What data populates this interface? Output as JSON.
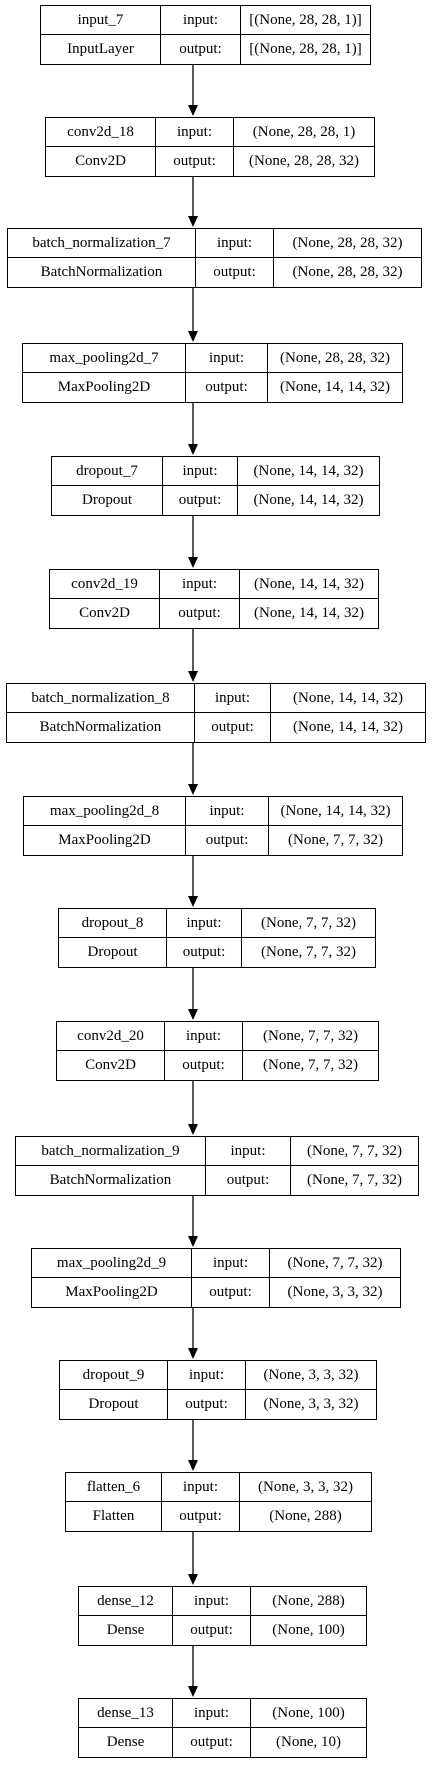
{
  "nodes": [
    {
      "name": "input_7",
      "type": "InputLayer",
      "input_label": "input:",
      "input": "[(None, 28, 28, 1)]",
      "output_label": "output:",
      "output": "[(None, 28, 28, 1)]"
    },
    {
      "name": "conv2d_18",
      "type": "Conv2D",
      "input_label": "input:",
      "input": "(None, 28, 28, 1)",
      "output_label": "output:",
      "output": "(None, 28, 28, 32)"
    },
    {
      "name": "batch_normalization_7",
      "type": "BatchNormalization",
      "input_label": "input:",
      "input": "(None, 28, 28, 32)",
      "output_label": "output:",
      "output": "(None, 28, 28, 32)"
    },
    {
      "name": "max_pooling2d_7",
      "type": "MaxPooling2D",
      "input_label": "input:",
      "input": "(None, 28, 28, 32)",
      "output_label": "output:",
      "output": "(None, 14, 14, 32)"
    },
    {
      "name": "dropout_7",
      "type": "Dropout",
      "input_label": "input:",
      "input": "(None, 14, 14, 32)",
      "output_label": "output:",
      "output": "(None, 14, 14, 32)"
    },
    {
      "name": "conv2d_19",
      "type": "Conv2D",
      "input_label": "input:",
      "input": "(None, 14, 14, 32)",
      "output_label": "output:",
      "output": "(None, 14, 14, 32)"
    },
    {
      "name": "batch_normalization_8",
      "type": "BatchNormalization",
      "input_label": "input:",
      "input": "(None, 14, 14, 32)",
      "output_label": "output:",
      "output": "(None, 14, 14, 32)"
    },
    {
      "name": "max_pooling2d_8",
      "type": "MaxPooling2D",
      "input_label": "input:",
      "input": "(None, 14, 14, 32)",
      "output_label": "output:",
      "output": "(None, 7, 7, 32)"
    },
    {
      "name": "dropout_8",
      "type": "Dropout",
      "input_label": "input:",
      "input": "(None, 7, 7, 32)",
      "output_label": "output:",
      "output": "(None, 7, 7, 32)"
    },
    {
      "name": "conv2d_20",
      "type": "Conv2D",
      "input_label": "input:",
      "input": "(None, 7, 7, 32)",
      "output_label": "output:",
      "output": "(None, 7, 7, 32)"
    },
    {
      "name": "batch_normalization_9",
      "type": "BatchNormalization",
      "input_label": "input:",
      "input": "(None, 7, 7, 32)",
      "output_label": "output:",
      "output": "(None, 7, 7, 32)"
    },
    {
      "name": "max_pooling2d_9",
      "type": "MaxPooling2D",
      "input_label": "input:",
      "input": "(None, 7, 7, 32)",
      "output_label": "output:",
      "output": "(None, 3, 3, 32)"
    },
    {
      "name": "dropout_9",
      "type": "Dropout",
      "input_label": "input:",
      "input": "(None, 3, 3, 32)",
      "output_label": "output:",
      "output": "(None, 3, 3, 32)"
    },
    {
      "name": "flatten_6",
      "type": "Flatten",
      "input_label": "input:",
      "input": "(None, 3, 3, 32)",
      "output_label": "output:",
      "output": "(None, 288)"
    },
    {
      "name": "dense_12",
      "type": "Dense",
      "input_label": "input:",
      "input": "(None, 288)",
      "output_label": "output:",
      "output": "(None, 100)"
    },
    {
      "name": "dense_13",
      "type": "Dense",
      "input_label": "input:",
      "input": "(None, 100)",
      "output_label": "output:",
      "output": "(None, 10)"
    }
  ]
}
